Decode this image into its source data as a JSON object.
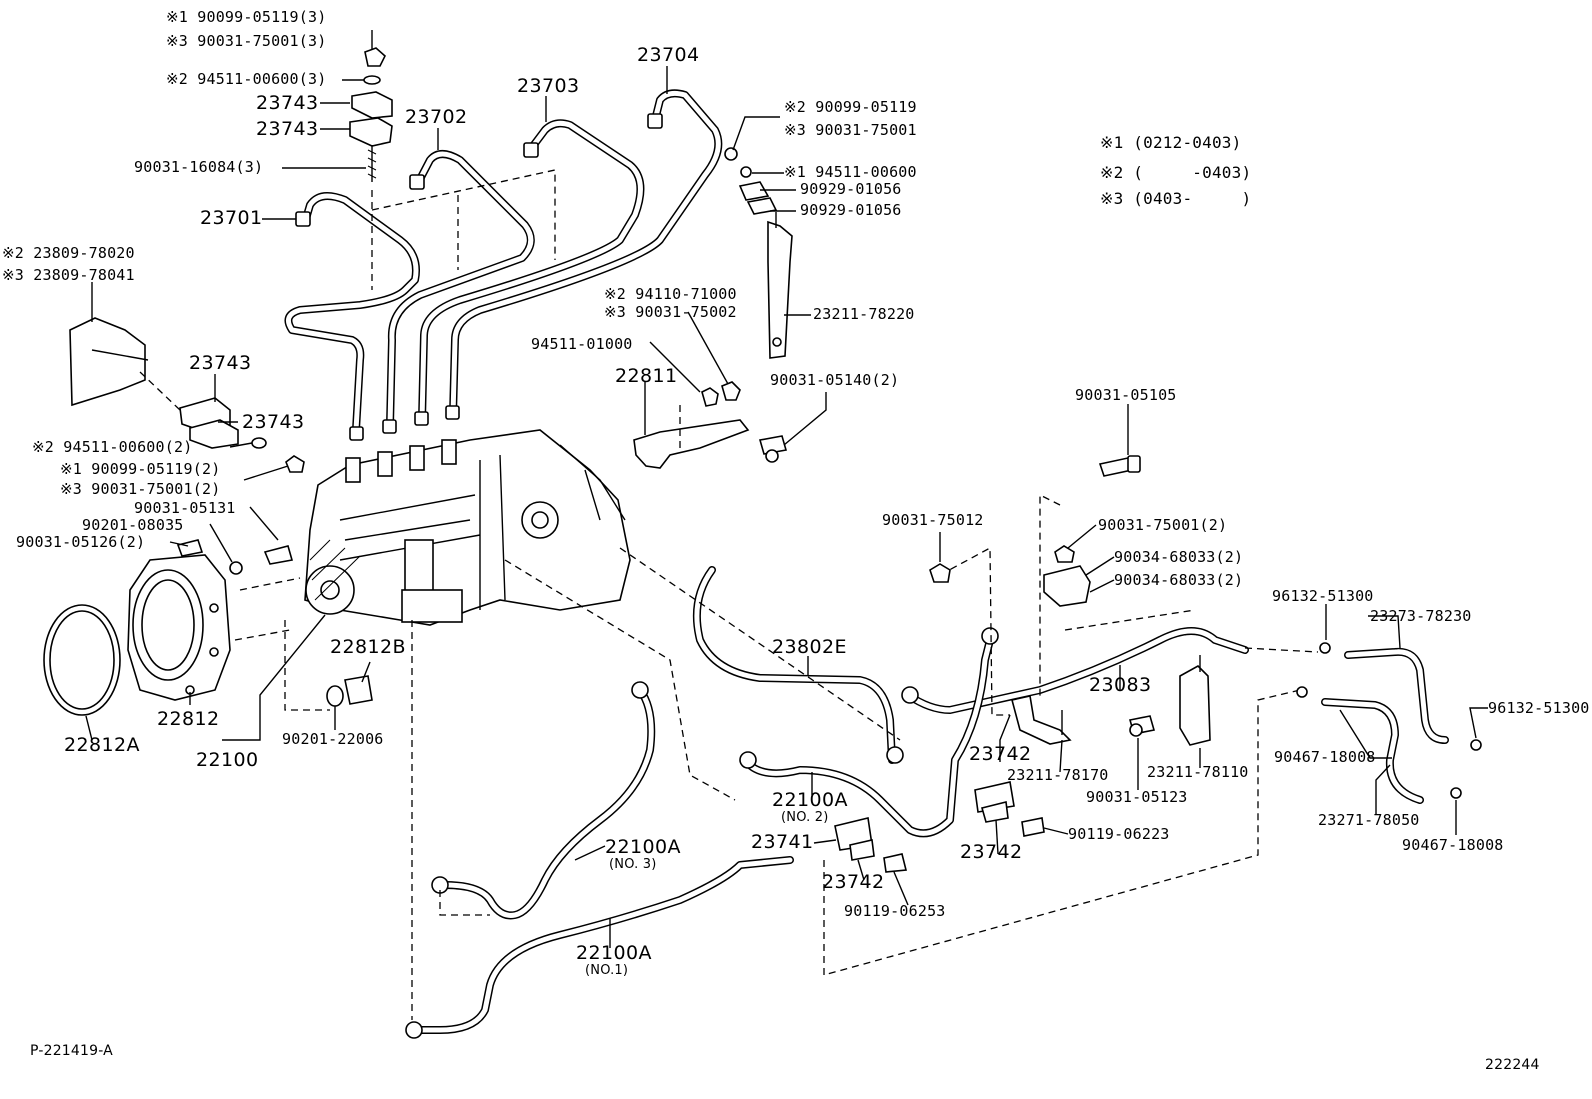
{
  "diagram": {
    "figure_id": "P-221419-A",
    "page_code": "222244",
    "legend": [
      {
        "mark": "※1",
        "range": "(0212-0403)"
      },
      {
        "mark": "※2",
        "range": "(     -0403)"
      },
      {
        "mark": "※3",
        "range": "(0403-     )"
      }
    ],
    "labels": {
      "l01": "※1 90099-05119(3)",
      "l02": "※3 90031-75001(3)",
      "l03": "※2 94511-00600(3)",
      "l04": "23743",
      "l05": "23743",
      "l06": "90031-16084(3)",
      "l07": "23701",
      "l08": "23702",
      "l09": "23703",
      "l10": "23704",
      "l11": "※2 90099-05119",
      "l12": "※3 90031-75001",
      "l13": "※1 94511-00600",
      "l14": "90929-01056",
      "l15": "90929-01056",
      "l16": "※2 23809-78020",
      "l17": "※3 23809-78041",
      "l18": "23743",
      "l19": "23743",
      "l20": "※2 94511-00600(2)",
      "l21": "※1 90099-05119(2)",
      "l22": "※3 90031-75001(2)",
      "l23": "90031-05131",
      "l24": "90201-08035",
      "l25": "90031-05126(2)",
      "l26": "※2 94110-71000",
      "l27": "※3 90031-75002",
      "l28": "94511-01000",
      "l29": "22811",
      "l30": "23211-78220",
      "l31": "90031-05140(2)",
      "l32": "90031-05105",
      "l33": "90031-75012",
      "l34": "90031-75001(2)",
      "l35": "90034-68033(2)",
      "l36": "90034-68033(2)",
      "l37": "96132-51300",
      "l38": "23273-78230",
      "l39": "23802E",
      "l40": "22812B",
      "l41": "23083",
      "l42": "96132-51300",
      "l43": "22812",
      "l44": "22812A",
      "l45": "22100",
      "l46": "90201-22006",
      "l47": "23742",
      "l48": "23211-78170",
      "l49": "23211-78110",
      "l50": "90467-18008",
      "l51": "90031-05123",
      "l52": "22100A",
      "l53": "(NO. 2)",
      "l54": "90119-06223",
      "l55": "23271-78050",
      "l56": "23741",
      "l57": "23742",
      "l58": "90467-18008",
      "l59": "22100A",
      "l60": "(NO. 3)",
      "l61": "23742",
      "l62": "90119-06253",
      "l63": "22100A",
      "l64": "(NO.1)"
    }
  }
}
